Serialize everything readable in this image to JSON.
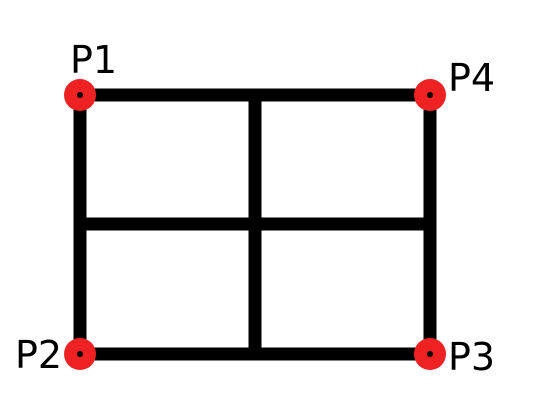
{
  "diagram": {
    "line_color": "#000000",
    "point_color": "#ee2222",
    "center_dot_color": "#000000",
    "points": [
      {
        "label": "P1"
      },
      {
        "label": "P2"
      },
      {
        "label": "P3"
      },
      {
        "label": "P4"
      }
    ]
  }
}
